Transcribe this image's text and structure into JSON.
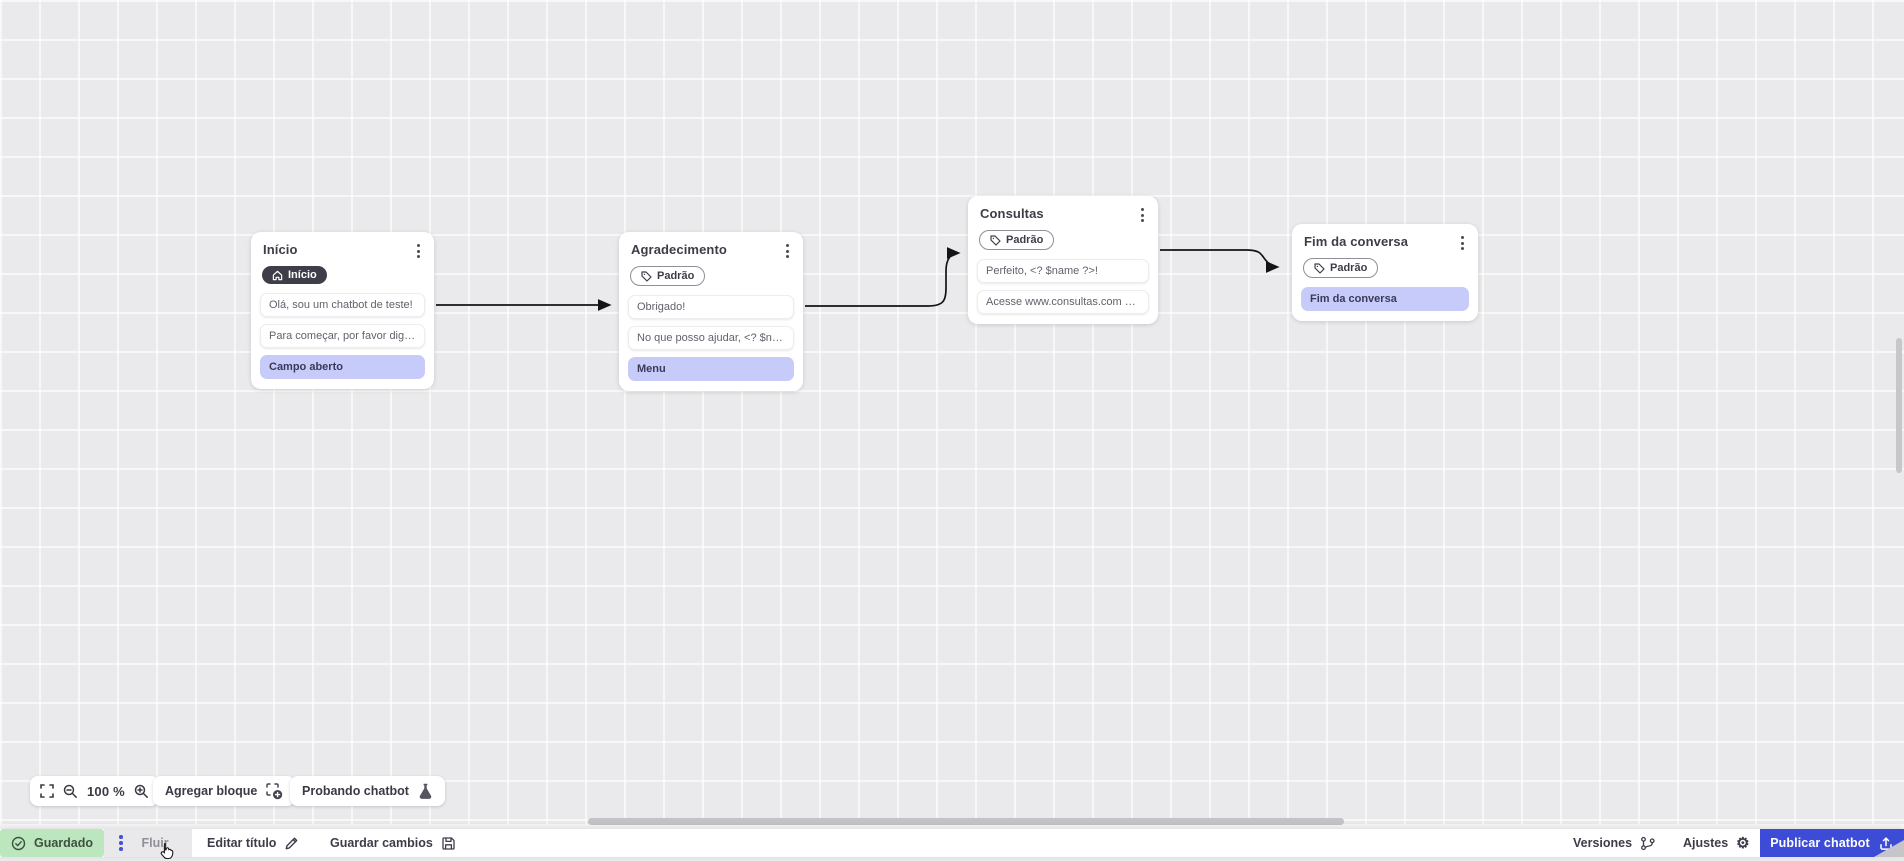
{
  "colors": {
    "accent": "#3d4cd7",
    "saved_bg": "#bce6bd",
    "highlight": "#c6cbfa",
    "canvas_bg": "#eaeaec",
    "badge_dark_bg": "#3e3e48"
  },
  "canvas": {
    "nodes": [
      {
        "title": "Início",
        "badge": "Início",
        "items": [
          {
            "text": "Olá, sou um chatbot de teste!"
          },
          {
            "text": "Para começar, por favor digite o ..."
          },
          {
            "text": "Campo aberto"
          }
        ]
      },
      {
        "title": "Agradecimento",
        "badge": "Padrão",
        "items": [
          {
            "text": "Obrigado!"
          },
          {
            "text": "No que posso ajudar, <? $name ..."
          },
          {
            "text": "Menu"
          }
        ]
      },
      {
        "title": "Consultas",
        "badge": "Padrão",
        "items": [
          {
            "text": "Perfeito, <? $name ?>!"
          },
          {
            "text": "Acesse www.consultas.com par..."
          }
        ]
      },
      {
        "title": "Fim da conversa",
        "badge": "Padrão",
        "items": [
          {
            "text": "Fim da conversa"
          }
        ]
      }
    ]
  },
  "controls": {
    "zoom_level": "100 %",
    "add_block": "Agregar bloque",
    "test_chatbot": "Probando chatbot"
  },
  "statusbar": {
    "saved": "Guardado",
    "flow_name": "Fluir",
    "edit_title": "Editar título",
    "save_changes": "Guardar cambios",
    "versions": "Versiones",
    "settings": "Ajustes",
    "publish": "Publicar chatbot"
  },
  "icons": {
    "saved": "check-circle",
    "add_block": "frame-plus",
    "test_chatbot": "flask",
    "publish": "upload-tray",
    "settings": "gear",
    "versions": "git-branch"
  }
}
